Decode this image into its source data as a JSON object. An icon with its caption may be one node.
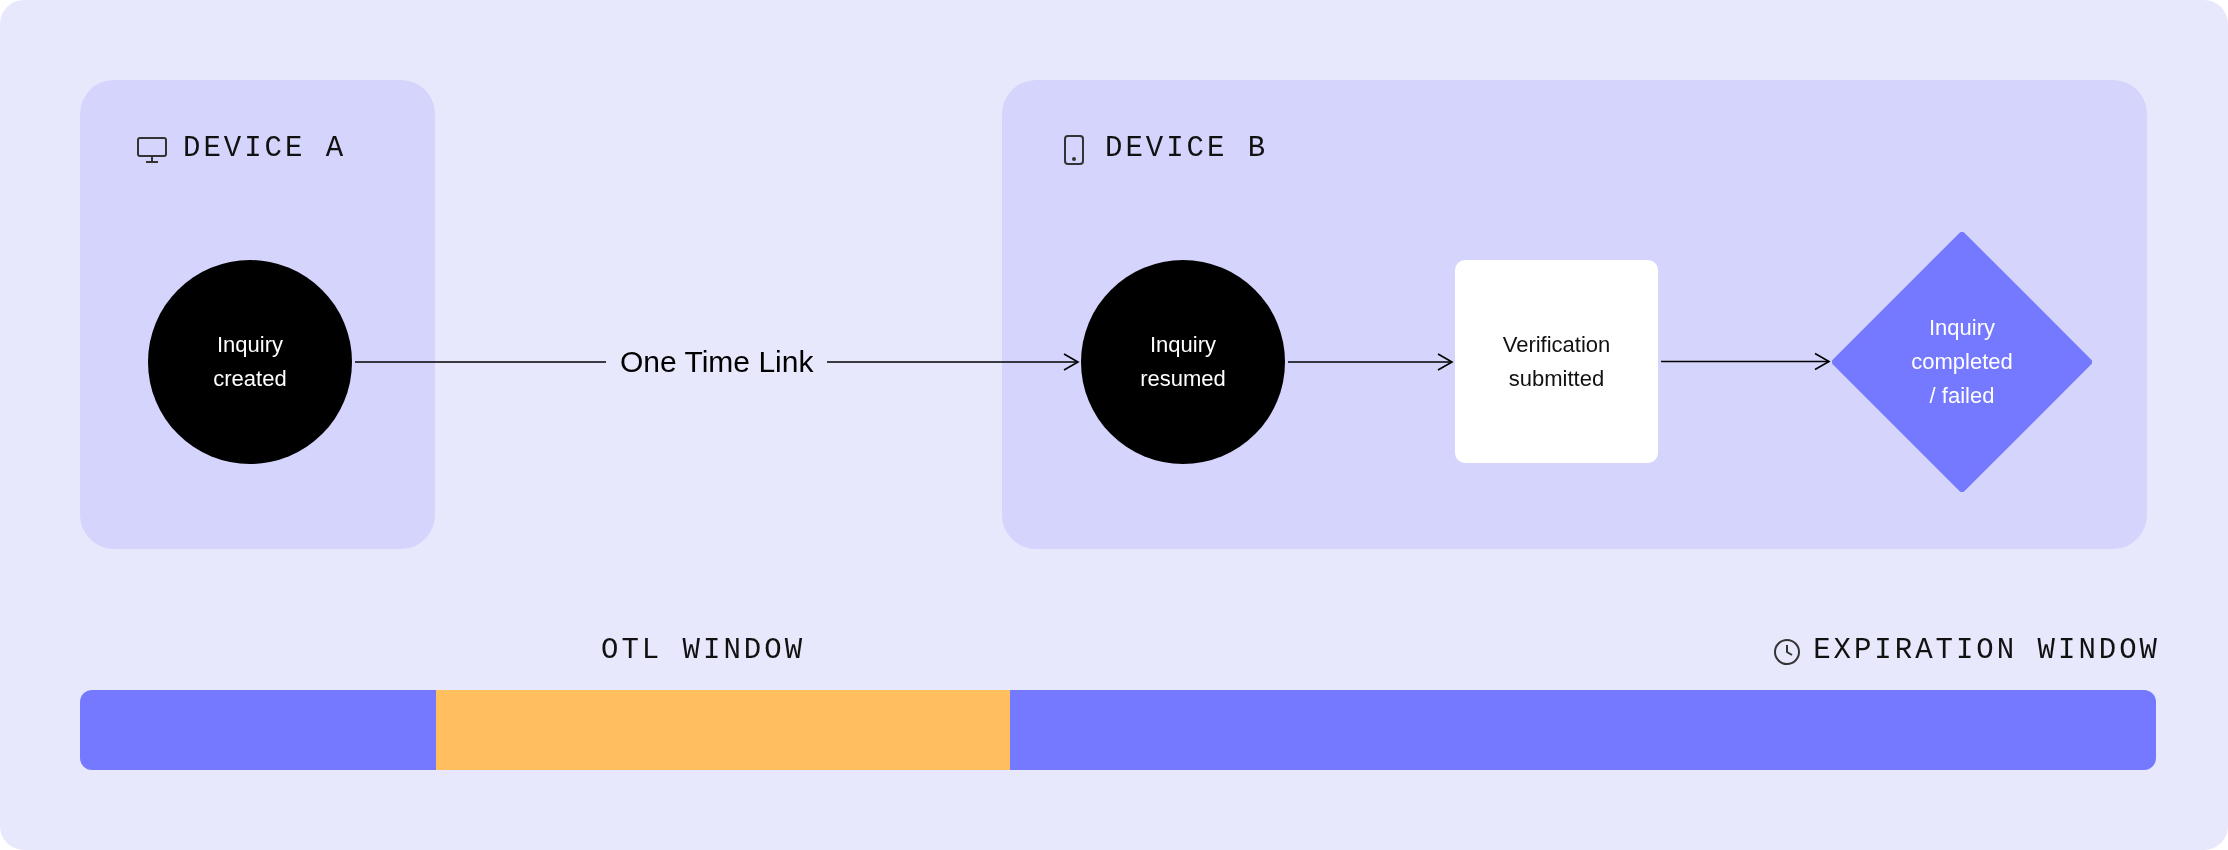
{
  "diagram": {
    "nodes": [
      {
        "text": [
          "DEVICE A"
        ]
      },
      {
        "text": [
          "Inquiry created"
        ],
        "in": 0
      },
      {
        "text": [
          "DEVICE B"
        ]
      },
      {
        "text": [
          "Inquiry resumed"
        ],
        "in": 2
      },
      {
        "text": [
          "Verification submitted"
        ],
        "in": 2
      },
      {
        "text": [
          "Inquiry completed / failed"
        ],
        "in": 2
      }
    ],
    "edges": [
      {
        "from": 1,
        "to": 3,
        "arrow": "to",
        "label": "One Time Link"
      },
      {
        "from": 3,
        "to": 4,
        "arrow": "to"
      },
      {
        "from": 4,
        "to": 5,
        "arrow": "to"
      }
    ],
    "labels": [
      "OTL WINDOW",
      "EXPIRATION WINDOW"
    ]
  }
}
